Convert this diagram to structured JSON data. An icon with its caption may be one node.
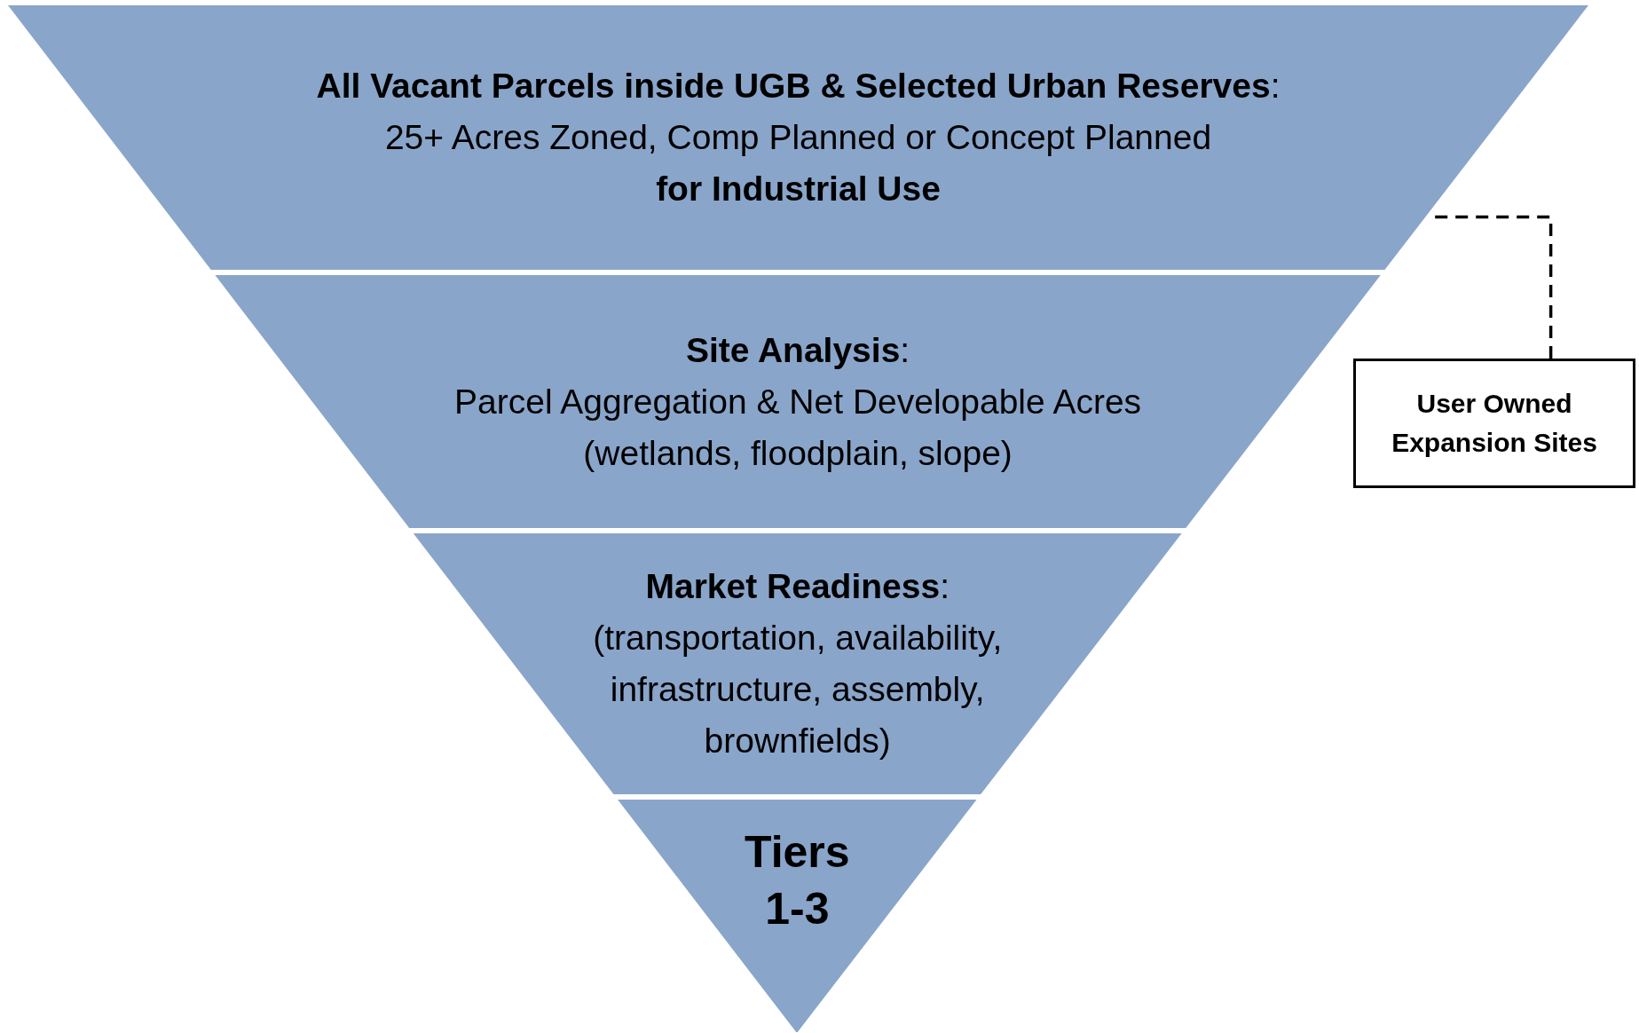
{
  "diagram": {
    "nodes": [
      {
        "text": [
          "**All Vacant Parcels inside UGB & Selected Urban Reserves**:",
          "25+ Acres Zoned, Comp Planned or Concept Planned **for Industrial Use**"
        ]
      },
      {
        "text": [
          "**Site Analysis**:",
          "Parcel Aggregation & Net Developable Acres (wetlands, floodplain, slope)"
        ]
      },
      {
        "text": [
          "**Market Readiness**:",
          "(transportation, availability, infrastructure, assembly, brownfields)"
        ]
      },
      {
        "text": [
          "Tiers 1-3"
        ]
      },
      {
        "text": [
          "User Owned Expansion Sites"
        ]
      }
    ],
    "edges": [
      {
        "from": 4,
        "to": 0,
        "arrow": "none",
        "style": "dashed"
      }
    ]
  }
}
